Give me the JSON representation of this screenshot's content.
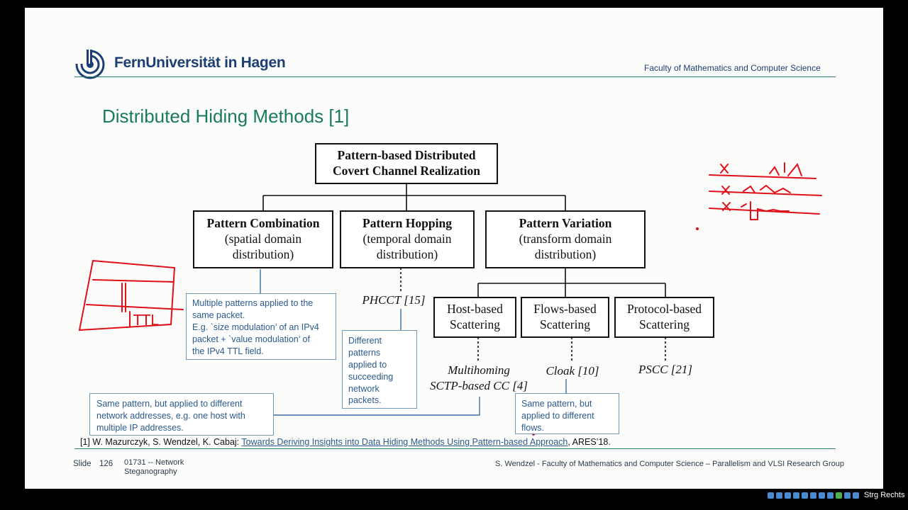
{
  "header": {
    "university": "FernUniversität in Hagen",
    "faculty_prefix": "Faculty of ",
    "faculty_name": "Mathematics and Computer Science"
  },
  "slide": {
    "title": "Distributed Hiding Methods [1]"
  },
  "diagram": {
    "root": [
      "Pattern-based Distributed",
      "Covert Channel Realization"
    ],
    "combination": {
      "title": "Pattern Combination",
      "sub1": "(spatial domain",
      "sub2": "distribution)"
    },
    "hopping": {
      "title": "Pattern Hopping",
      "sub1": "(temporal domain",
      "sub2": "distribution)"
    },
    "variation": {
      "title": "Pattern Variation",
      "sub1": "(transform domain",
      "sub2": "distribution)"
    },
    "host": [
      "Host-based",
      "Scattering"
    ],
    "flows": [
      "Flows-based",
      "Scattering"
    ],
    "protocol": [
      "Protocol-based",
      "Scattering"
    ],
    "phcct": "PHCCT [15]",
    "multihoming": [
      "Multihoming",
      "SCTP-based CC [4]"
    ],
    "cloak": "Cloak [10]",
    "pscc": "PSCC [21]"
  },
  "notes": {
    "combination": [
      "Multiple patterns applied to the",
      "same packet.",
      "E.g. `size modulation’ of an IPv4",
      "packet + `value modulation’ of",
      "the IPv4 TTL field."
    ],
    "hopping": [
      "Different",
      "patterns",
      "applied to",
      "succeeding",
      "network",
      "packets."
    ],
    "host": [
      "Same pattern, but applied to different",
      "network addresses, e.g. one host with",
      "multiple IP addresses."
    ],
    "flows": [
      "Same pattern, but",
      "applied to different",
      "flows."
    ]
  },
  "annotation": {
    "ttl": "TTL"
  },
  "reference": {
    "prefix": "[1] W. Mazurczyk, S. Wendzel, K. Cabaj: ",
    "link": "Towards Deriving Insights into Data Hiding Methods Using Pattern-based Approach",
    "suffix": ", ARES’18."
  },
  "footer": {
    "slide_label": "Slide",
    "slide_number": "126",
    "course_line1": "01731 -- Network",
    "course_line2": "Steganography",
    "right": "S. Wendzel - Faculty of Mathematics and Computer Science – Parallelism and VLSI Research Group"
  },
  "taskbar": {
    "status": "Strg Rechts"
  },
  "colors": {
    "title": "#1a7a5e",
    "note_text": "#2a5a8e",
    "ink": "#e0101a",
    "header_blue": "#1b3f74"
  }
}
